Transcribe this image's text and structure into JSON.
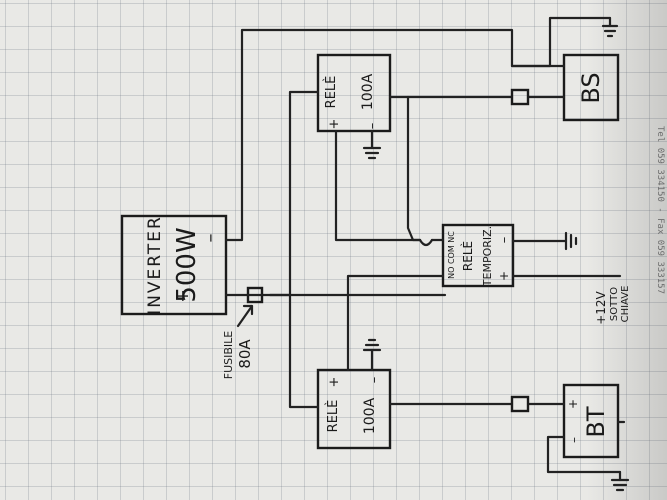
{
  "inverter": {
    "name": "INVERTER",
    "power": "500W",
    "minus": "–",
    "plus": "+"
  },
  "fuse": {
    "label": "FUSIBILE",
    "rating": "80A"
  },
  "relay_top": {
    "name": "RELÈ",
    "rating": "100A",
    "plus": "+",
    "minus": "–"
  },
  "relay_bottom": {
    "name": "RELÈ",
    "rating": "100A",
    "plus": "+",
    "minus": "–"
  },
  "timer_relay": {
    "contacts": "NO COM NC",
    "name": "RELÈ",
    "type": "TEMPORIZ.",
    "minus": "–",
    "plus": "+"
  },
  "supply_note": {
    "voltage": "+12V",
    "line1": "SOTTO",
    "line2": "CHIAVE"
  },
  "battery_service": {
    "label": "BS"
  },
  "battery_engine": {
    "label": "BT",
    "plus": "+",
    "minus": "–"
  },
  "edge_print": "Tel 059 334150 - Fax 059 333157",
  "colors": {
    "ink": "#1b1b1b",
    "paper": "#e9e9e6",
    "grid": "#a3a9b1"
  }
}
